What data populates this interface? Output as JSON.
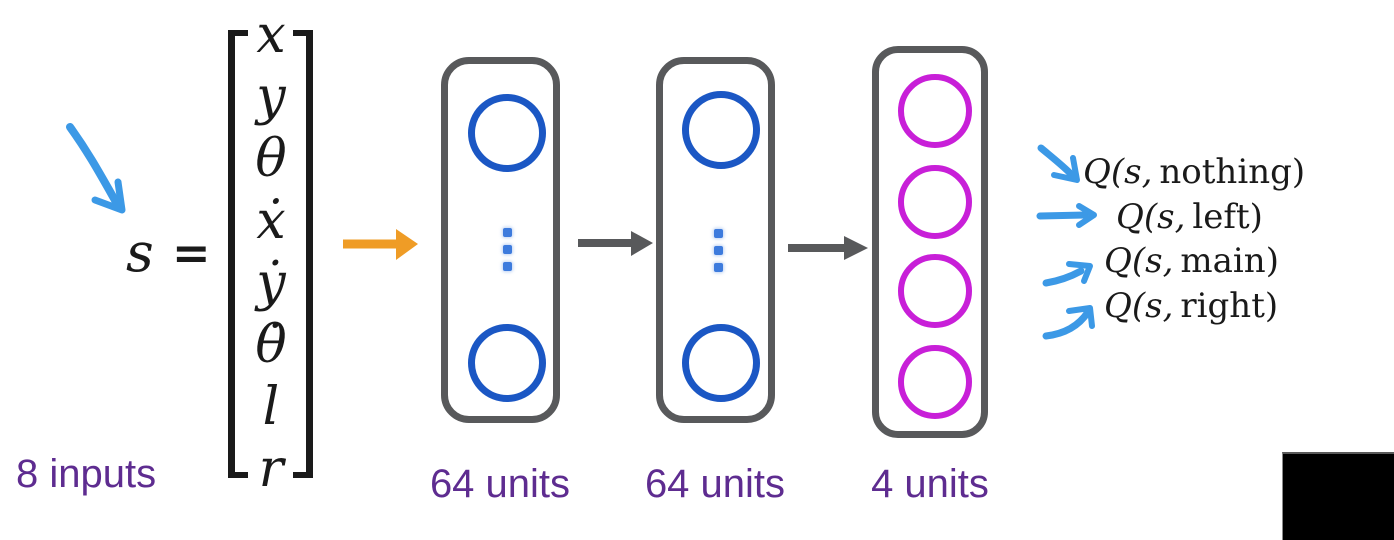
{
  "colors": {
    "ink": "#1a1a1a",
    "accent-blue": "#1b57c4",
    "dots-blue": "#3d7bdd",
    "magenta": "#c81fd8",
    "gray": "#58595b",
    "orange": "#ef9c26",
    "hand-blue": "#3c99e6",
    "purple": "#5e2c90"
  },
  "equation": {
    "s_symbol": "s",
    "equals_sign": "=",
    "vector": [
      "x",
      "y",
      "θ",
      "ẋ",
      "ẏ",
      "θ̇",
      "l",
      "r"
    ],
    "inputs_label": "8 inputs"
  },
  "network": {
    "layers": [
      {
        "label": "64 units",
        "units": 64,
        "type": "hidden"
      },
      {
        "label": "64 units",
        "units": 64,
        "type": "hidden"
      },
      {
        "label": "4 units",
        "units": 4,
        "type": "output"
      }
    ]
  },
  "outputs": {
    "items": [
      {
        "fn": "Q(s,",
        "action": "nothing)"
      },
      {
        "fn": "Q(s,",
        "action": "left)"
      },
      {
        "fn": "Q(s,",
        "action": "main)"
      },
      {
        "fn": "Q(s,",
        "action": "right)"
      }
    ]
  }
}
